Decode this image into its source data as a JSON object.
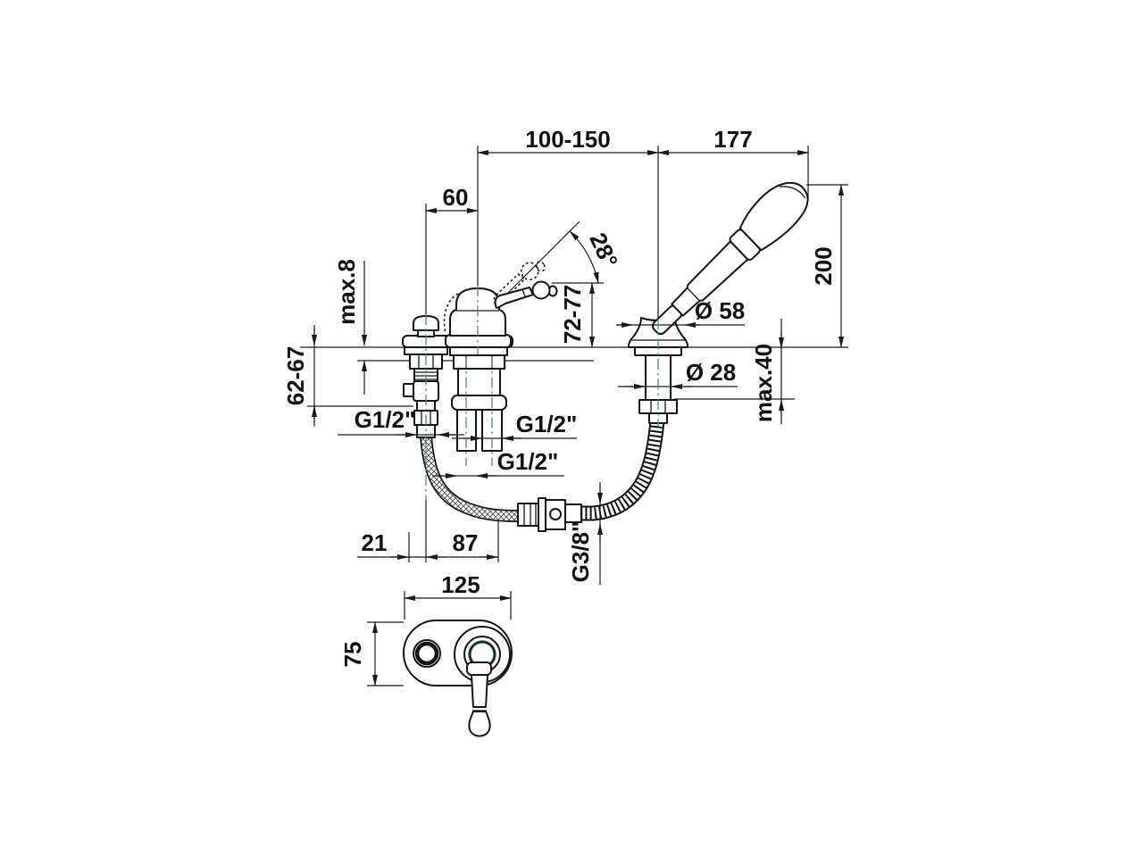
{
  "drawing": {
    "title": "bath-rim mounted single-lever mixer with hand shower - dimensional drawing",
    "type": "technical-dimension-drawing",
    "views": [
      "front-elevation",
      "plan-of-base-plate"
    ],
    "colors": {
      "line": "#141414",
      "centerline_tint": "#4d8a74",
      "background": "#ffffff"
    },
    "labels": {
      "d100_150": "100-150",
      "d177": "177",
      "d60": "60",
      "d200": "200",
      "max8": "max.8",
      "d62_67": "62-67",
      "d72_77": "72-77",
      "angle28": "28°",
      "dia58": "Ø 58",
      "dia28": "Ø 28",
      "max40": "max.40",
      "g12_left": "G1/2\"",
      "g12_right": "G1/2\"",
      "g12_lower": "G1/2\"",
      "g38": "G3/8\"",
      "d21": "21",
      "d87": "87",
      "d125": "125",
      "d75": "75"
    }
  }
}
